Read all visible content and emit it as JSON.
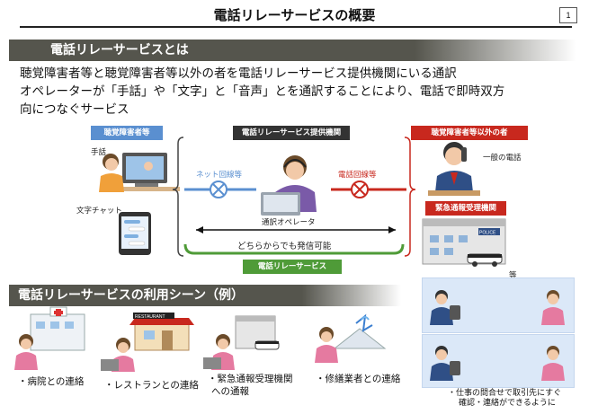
{
  "title": "電話リレーサービスの概要",
  "page_number": "1",
  "section_intro": {
    "heading": "電話リレーサービスとは",
    "desc_lines": [
      "聴覚障害者等と聴覚障害者等以外の者を電話リレーサービス提供機関にいる通訳",
      "オペレーターが「手話」や「文字」と「音声」とを通訳することにより、電話で即時双方",
      "向につなぐサービス"
    ]
  },
  "diagram": {
    "tag_deaf": "聴覚障害者等",
    "tag_provider": "電話リレーサービス提供機関",
    "tag_others": "聴覚障害者等以外の者",
    "tag_emergency": "緊急通報受理機関",
    "tag_service": "電話リレーサービス",
    "label_sign": "手話",
    "label_text_chat": "文字チャット",
    "label_net": "ネット回線等",
    "label_phone_line": "電話回線等",
    "label_operator": "通訳オペレータ",
    "label_general_phone": "一般の電話",
    "label_both_ways": "どちらからでも発信可能",
    "label_etc": "等",
    "police_sign": "POLICE"
  },
  "section_scenes": {
    "heading": "電話リレーサービスの利用シーン（例）",
    "restaurant_sign": "RESTAURANT",
    "scenes": [
      "・病院との連絡",
      "・レストランとの連絡",
      "・緊急通報受理機関",
      "への通報",
      "・修繕業者との連絡"
    ],
    "work_caption_1": "・仕事の問合せで取引先にすぐ",
    "work_caption_2": "確認・連絡ができるように"
  },
  "colors": {
    "section_bar": "#55554d",
    "tag_blue": "#5a8fd0",
    "tag_red": "#c8281e",
    "tag_green": "#4f9b38",
    "tag_dark": "#333333"
  }
}
